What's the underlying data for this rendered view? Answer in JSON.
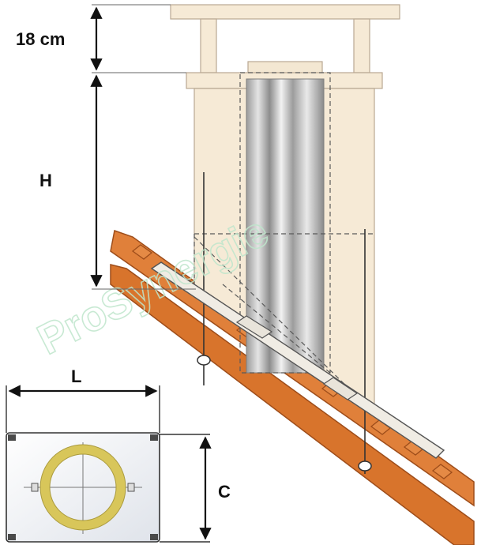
{
  "labels": {
    "top_height": "18 cm",
    "height": "H",
    "length": "L",
    "depth": "C"
  },
  "watermark": "ProSynergie",
  "colors": {
    "stack": "#f6ead6",
    "stack_stroke": "#b9a892",
    "roof_tile": "#d9772e",
    "roof_tile_dark": "#a4511c",
    "pipe_light": "#e8e8e8",
    "pipe_dark": "#8e8e8e",
    "plate_fill": "#eef0f4",
    "ring_fill": "#f4ecae",
    "ring_stroke": "#d8c65a",
    "watermark": "#bfe6cc"
  }
}
